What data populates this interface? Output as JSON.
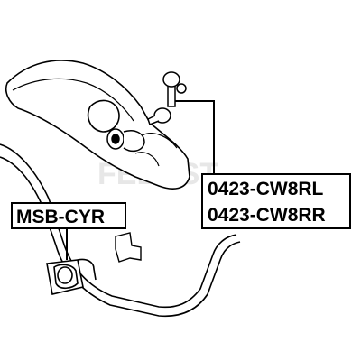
{
  "parts": {
    "stabilizer_bushing": {
      "part_number": "MSB-CYR"
    },
    "stabilizer_link": {
      "part_numbers": [
        "0423-CW8RL",
        "0423-CW8RR"
      ]
    }
  },
  "watermark": {
    "text": "FEBEST"
  },
  "colors": {
    "line": "#000000",
    "label_border": "#000000",
    "watermark": "#d4d4d4",
    "background": "#ffffff"
  }
}
